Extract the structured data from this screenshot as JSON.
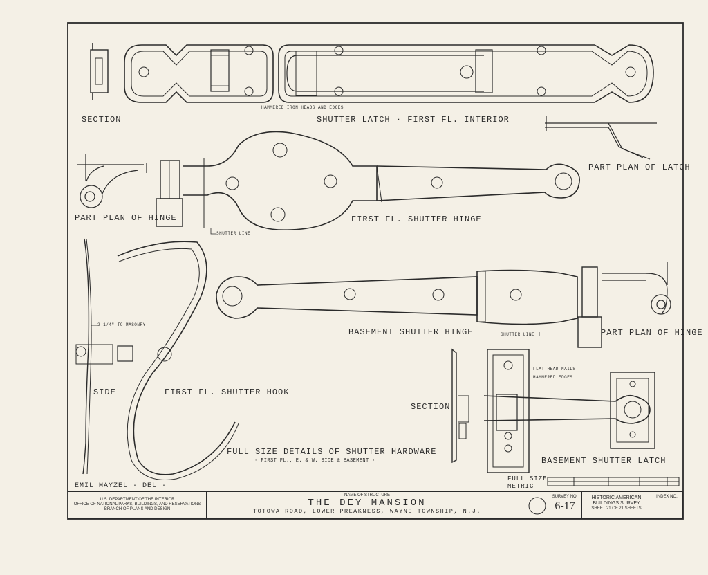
{
  "labels": {
    "section_top": "SECTION",
    "shutter_latch": "SHUTTER LATCH · FIRST FL. INTERIOR",
    "hammered_note": "HAMMERED IRON HEADS AND EDGES",
    "part_plan_latch": "PART PLAN OF LATCH",
    "part_plan_hinge_left": "PART PLAN OF HINGE",
    "first_fl_hinge": "FIRST FL. SHUTTER HINGE",
    "shutter_line_1": "SHUTTER LINE",
    "masonry_note": "2 1/4\" TO MASONRY",
    "side": "SIDE",
    "first_fl_hook": "FIRST FL. SHUTTER HOOK",
    "basement_hinge": "BASEMENT SHUTTER HINGE",
    "shutter_line_2": "SHUTTER LINE",
    "part_plan_hinge_right": "PART PLAN OF HINGE",
    "flat_head_nails": "FLAT HEAD NAILS",
    "hammered_edges": "HAMMERED EDGES",
    "section_lower": "SECTION",
    "basement_latch": "BASEMENT SHUTTER LATCH",
    "full_size_title": "FULL SIZE DETAILS OF SHUTTER HARDWARE",
    "full_size_sub": "· FIRST FL., E. & W. SIDE & BASEMENT ·",
    "delineator": "EMIL MAYZEL · DEL ·",
    "scale_label_1": "FULL SIZE",
    "scale_label_2": "METRIC"
  },
  "title_block": {
    "agency_1": "U.S. DEPARTMENT OF THE INTERIOR",
    "agency_2": "OFFICE OF NATIONAL PARKS, BUILDINGS, AND RESERVATIONS",
    "agency_3": "BRANCH OF PLANS AND DESIGN",
    "name_label": "NAME OF STRUCTURE",
    "structure_name": "THE DEY MANSION",
    "location": "TOTOWA ROAD, LOWER PREAKNESS, WAYNE TOWNSHIP, N.J.",
    "survey_label": "SURVEY NO.",
    "survey_no": "6-17",
    "habs_1": "HISTORIC AMERICAN",
    "habs_2": "BUILDINGS SURVEY",
    "sheet_text": "SHEET 21 OF 21 SHEETS",
    "index_label": "INDEX NO."
  }
}
